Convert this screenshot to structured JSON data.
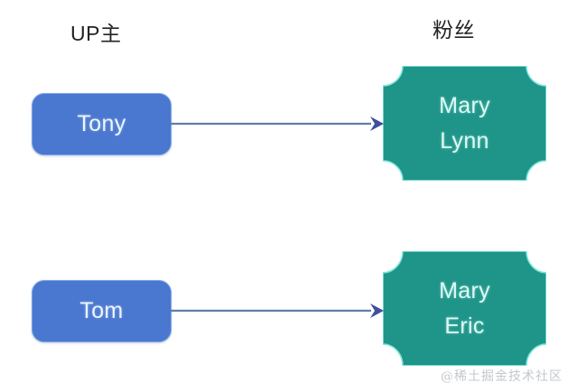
{
  "diagram": {
    "title_alt": "UP owner to fans mapping diagram",
    "background_color": "#ffffff",
    "columns": [
      {
        "id": "source",
        "header": "UP主"
      },
      {
        "id": "target",
        "header": "粉丝"
      }
    ],
    "colors": {
      "node_blue_fill": "#4a77cf",
      "node_blue_border": "#7ea6e6",
      "node_green_fill": "#1f9488",
      "node_green_border": "#7fe6dc",
      "arrow_line": "#5f7fa8",
      "arrow_head": "#3f4f9e",
      "header_text": "#232323",
      "node_text": "#e6fbf7",
      "watermark_text": "#c3c8cf"
    },
    "nodes": [
      {
        "id": "tony",
        "type": "source",
        "label": "Tony",
        "shape": "rounded-rectangle"
      },
      {
        "id": "tom",
        "type": "source",
        "label": "Tom",
        "shape": "rounded-rectangle"
      },
      {
        "id": "mary-lynn",
        "type": "target",
        "shape": "concave-corner-rectangle",
        "lines": [
          "Mary",
          "Lynn"
        ]
      },
      {
        "id": "mary-eric",
        "type": "target",
        "shape": "concave-corner-rectangle",
        "lines": [
          "Mary",
          "Eric"
        ]
      }
    ],
    "edges": [
      {
        "id": "edge-1",
        "from": "tony",
        "to": "mary-lynn",
        "style": "solid-arrow",
        "direction": "right"
      },
      {
        "id": "edge-2",
        "from": "tom",
        "to": "mary-eric",
        "style": "solid-arrow",
        "direction": "right"
      }
    ],
    "watermark": "@稀土掘金技术社区"
  }
}
